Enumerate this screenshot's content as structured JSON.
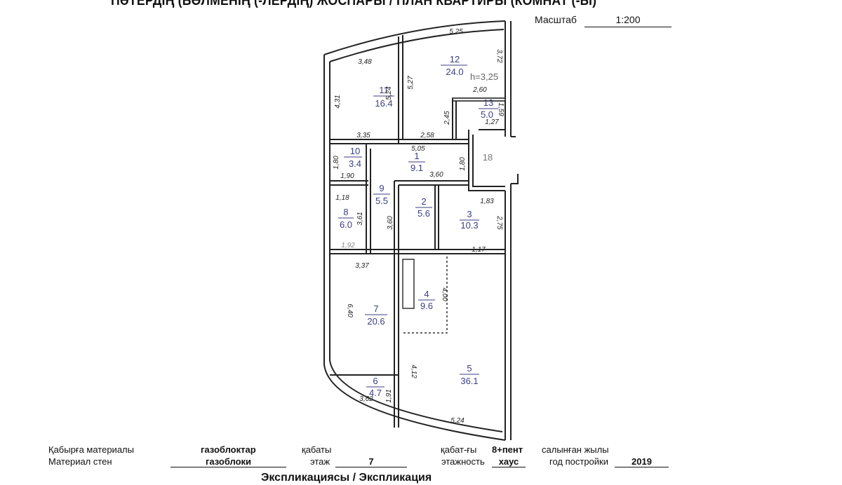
{
  "header": {
    "title": "ПӘТЕРДІҢ (БӨЛМЕНІҢ (-ЛЕРДІҢ) ЖОСПАРЫ / ПЛАН КВАРТИРЫ (КОМНАТ (-Ы)",
    "scale_label": "Масштаб",
    "scale_value": "1:200"
  },
  "plan": {
    "ceiling_height": "h=3,25",
    "rooms": [
      {
        "number": "1",
        "area": "9.1"
      },
      {
        "number": "2",
        "area": "5.6"
      },
      {
        "number": "3",
        "area": "10.3"
      },
      {
        "number": "4",
        "area": "9.6"
      },
      {
        "number": "5",
        "area": "36.1"
      },
      {
        "number": "6",
        "area": "4.7"
      },
      {
        "number": "7",
        "area": "20.6"
      },
      {
        "number": "8",
        "area": "6.0"
      },
      {
        "number": "9",
        "area": "5.5"
      },
      {
        "number": "10",
        "area": "3.4"
      },
      {
        "number": "11",
        "area": "16.4"
      },
      {
        "number": "12",
        "area": "24.0"
      },
      {
        "number": "13",
        "area": "5.0"
      },
      {
        "number": "18",
        "area": ""
      }
    ],
    "dimensions": [
      "5,25",
      "3,48",
      "3,72",
      "4,31",
      "5,24",
      "5,27",
      "2,60",
      "2,45",
      "1,59",
      "1,27",
      "3,35",
      "2,58",
      "5,05",
      "1,80",
      "1,90",
      "1,80",
      "3,60",
      "1,18",
      "3,61",
      "3,60",
      "1,83",
      "2,75",
      "1,92",
      "1,17",
      "3,37",
      "4,00",
      "6,40",
      "4,12",
      "3,62",
      "1,91",
      "5,24"
    ]
  },
  "footer": {
    "wall_material_kz": "Қабырға материалы",
    "wall_material_ru": "Материал стен",
    "wall_material_value_kz": "газоблоктар",
    "wall_material_value_ru": "газоблоки",
    "floor_kz": "қабаты",
    "floor_ru": "этаж",
    "floor_value": "7",
    "floors_kz": "қабат-ғы",
    "floors_ru": "этажность",
    "floors_value_1": "8+пент",
    "floors_value_2": "хаус",
    "year_kz": "салынған жылы",
    "year_ru": "год постройки",
    "year_value": "2019",
    "explication": "Экспликациясы / Экспликация"
  }
}
